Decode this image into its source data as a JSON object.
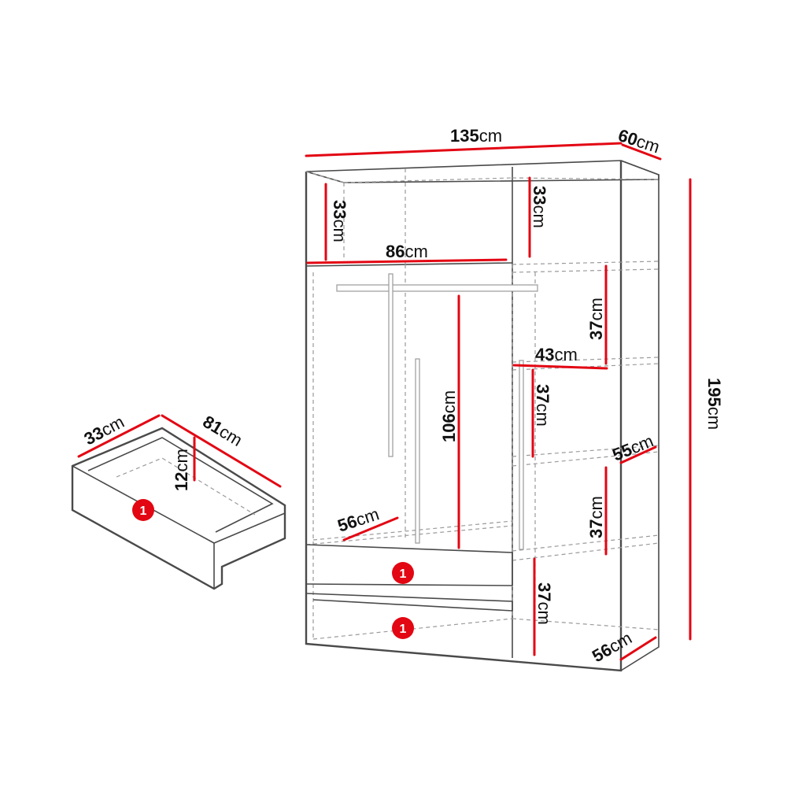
{
  "colors": {
    "dimension": "#e30613",
    "outline": "#4a4a4a",
    "badge": "#e30613"
  },
  "unit": "cm",
  "dimensions": {
    "width": "135",
    "depth": "60",
    "height": "195",
    "top_left": "33",
    "top_right": "33",
    "hanging_width": "86",
    "hanging_height": "106",
    "hanging_depth": "56",
    "shelf_1": "37",
    "shelf_2": "37",
    "shelf_3": "37",
    "shelf_4": "37",
    "shelf_width": "43",
    "shelf_depth": "55",
    "bottom_depth": "56",
    "drawer_depth": "33",
    "drawer_width": "81",
    "drawer_height": "12"
  },
  "badges": {
    "drawer_detail": "1",
    "drawer_upper": "1",
    "drawer_lower": "1"
  }
}
